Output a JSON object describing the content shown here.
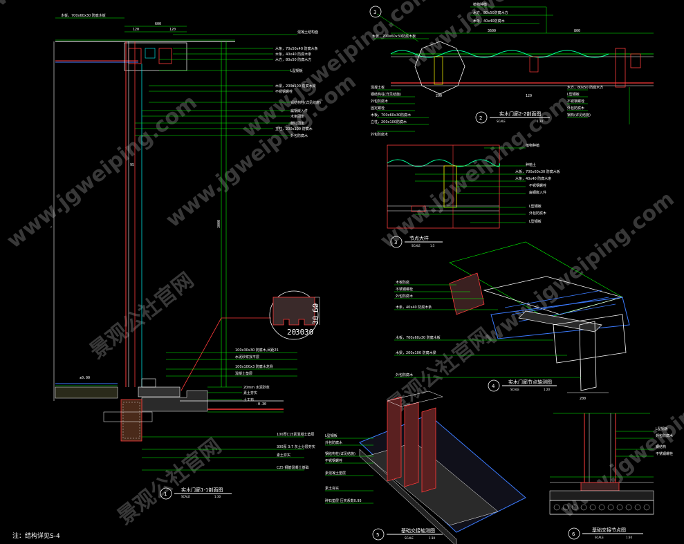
{
  "watermark": {
    "site": "www.jgweiping.com",
    "brand": "景观公社官网"
  },
  "footer_note": "注：结构详见S-4",
  "details": [
    {
      "number": "1",
      "title": "实木门廊1-1剖面图",
      "scale_word": "SCALE",
      "scale": "1:30"
    },
    {
      "number": "2",
      "title": "实木门廊2-2剖面图",
      "scale_word": "SCALE",
      "scale": "1:30"
    },
    {
      "number": "3",
      "title": "节点大样",
      "scale_word": "SCALE",
      "scale": "1:5"
    },
    {
      "number": "4",
      "title": "实木门廊节点轴测图",
      "scale_word": "SCALE",
      "scale": "1:20"
    },
    {
      "number": "5",
      "title": "基础交接轴测图",
      "scale_word": "SCALE",
      "scale": "1:30"
    },
    {
      "number": "6",
      "title": "基础交接节点图",
      "scale_word": "SCALE",
      "scale": "1:30"
    }
  ],
  "detail_callout": {
    "dims": [
      "20",
      "30",
      "30"
    ],
    "side": [
      "60",
      "30"
    ]
  }
}
